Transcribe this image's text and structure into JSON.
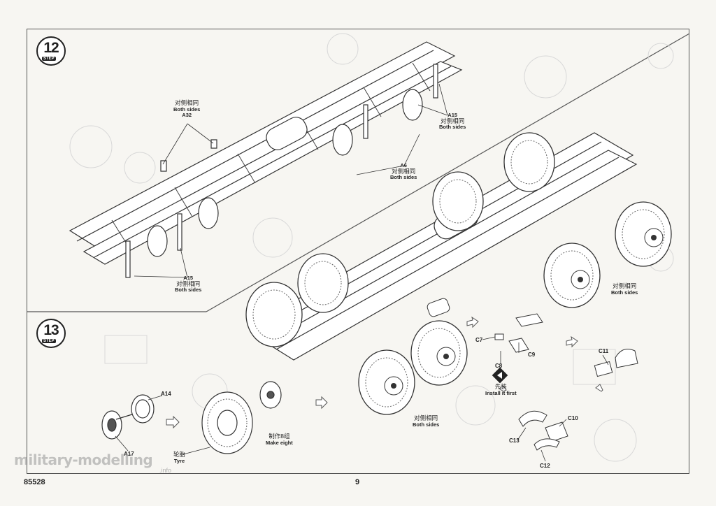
{
  "step12": {
    "number": "12",
    "tag": "STEP"
  },
  "step13": {
    "number": "13",
    "tag": "STEP"
  },
  "labels": {
    "a32_cn": "对侧相同",
    "a32_en": "Both sides",
    "a32_part": "A32",
    "a15_top_part": "A15",
    "a15_top_cn": "对侧相同",
    "a15_top_en": "Both sides",
    "a6_part": "A6",
    "a6_cn": "对侧相同",
    "a6_en": "Both sides",
    "a15_bot_part": "A15",
    "a15_bot_cn": "对侧相同",
    "a15_bot_en": "Both sides",
    "wheels_right_cn": "对侧相同",
    "wheels_right_en": "Both sides",
    "wheels_mid_cn": "对侧相同",
    "wheels_mid_en": "Both sides",
    "make8_cn": "制作8组",
    "make8_en": "Make eight",
    "tyre_cn": "轮胎",
    "tyre_en": "Tyre",
    "install_cn": "先装",
    "install_en": "Install it first",
    "a14": "A14",
    "a17": "A17",
    "c7": "C7",
    "c8": "C8",
    "c9": "C9",
    "c10": "C10",
    "c11": "C11",
    "c12": "C12",
    "c13": "C13"
  },
  "footer": {
    "code": "85528",
    "page": "9"
  },
  "watermark": {
    "main": "military-modelling",
    "sub": ".info"
  }
}
